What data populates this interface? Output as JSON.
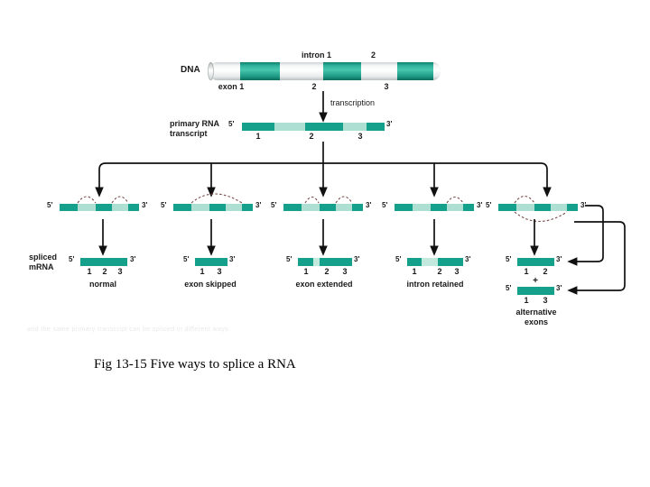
{
  "figure": {
    "caption": "Fig 13-15 Five ways to splice a RNA",
    "faint_footer": "and the same primary transcript can be spliced in different ways"
  },
  "dna_row": {
    "label": "DNA",
    "intron_labels": [
      {
        "text": "intron 1"
      },
      {
        "text": "2"
      }
    ],
    "exon_labels": [
      {
        "text": "exon 1"
      },
      {
        "text": "2"
      },
      {
        "text": "3"
      }
    ]
  },
  "transcription": {
    "label": "transcription"
  },
  "primary_transcript": {
    "label_line1": "primary RNA",
    "label_line2": "transcript",
    "five_prime": "5'",
    "three_prime": "3'",
    "segment_numbers": [
      "1",
      "2",
      "3"
    ]
  },
  "spliced_label": {
    "line1": "spliced",
    "line2": "mRNA"
  },
  "pathways": [
    {
      "name": "normal",
      "five_prime": "5'",
      "three_prime": "3'",
      "outcome_five_prime": "5'",
      "outcome_three_prime": "3'",
      "outcome_numbers": [
        "1",
        "2",
        "3"
      ],
      "outcome_label": "normal"
    },
    {
      "name": "exon-skipped",
      "five_prime": "5'",
      "three_prime": "3'",
      "outcome_five_prime": "5'",
      "outcome_three_prime": "3'",
      "outcome_numbers": [
        "1",
        "3"
      ],
      "outcome_label": "exon skipped"
    },
    {
      "name": "exon-extended",
      "five_prime": "5'",
      "three_prime": "3'",
      "outcome_five_prime": "5'",
      "outcome_three_prime": "3'",
      "outcome_numbers": [
        "1",
        "2",
        "3"
      ],
      "outcome_label": "exon extended"
    },
    {
      "name": "intron-retained",
      "five_prime": "5'",
      "three_prime": "3'",
      "outcome_five_prime": "5'",
      "outcome_three_prime": "3'",
      "outcome_numbers": [
        "1",
        "2",
        "3"
      ],
      "outcome_label": "intron retained"
    },
    {
      "name": "alternative-exons",
      "five_prime": "5'",
      "three_prime": "3'",
      "outcome_a_five_prime": "5'",
      "outcome_a_three_prime": "3'",
      "outcome_a_numbers": [
        "1",
        "2"
      ],
      "plus_sign": "+",
      "outcome_b_five_prime": "5'",
      "outcome_b_three_prime": "3'",
      "outcome_b_numbers": [
        "1",
        "3"
      ],
      "outcome_label_line1": "alternative",
      "outcome_label_line2": "exons"
    }
  ],
  "colors": {
    "exon_teal": "#14a08a",
    "intron_mint": "#aedfd3",
    "intron_pale": "#c3e8de",
    "dna_gray": "#eef1f1",
    "line_black": "#111111",
    "dashed_red": "#b05050"
  }
}
